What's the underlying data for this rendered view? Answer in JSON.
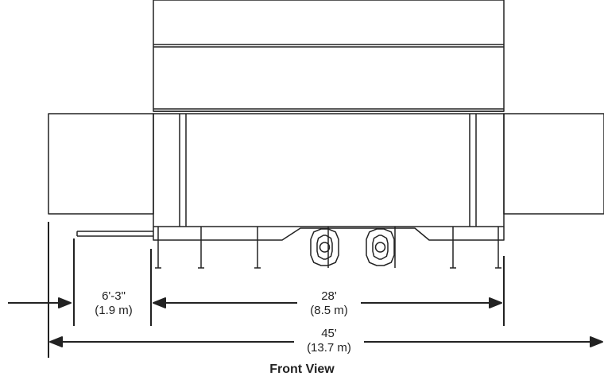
{
  "caption": "Front View",
  "dimensions": {
    "side": {
      "imperial": "6'-3\"",
      "metric": "(1.9 m)"
    },
    "body": {
      "imperial": "28'",
      "metric": "(8.5 m)"
    },
    "overall": {
      "imperial": "45'",
      "metric": "(13.7 m)"
    }
  },
  "colors": {
    "line": "#222222",
    "background": "#ffffff"
  }
}
